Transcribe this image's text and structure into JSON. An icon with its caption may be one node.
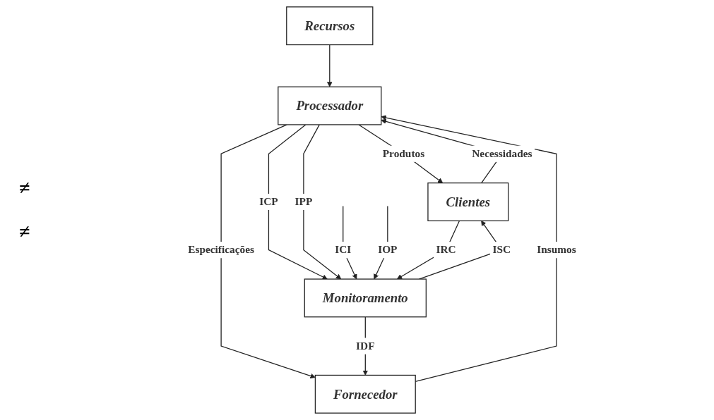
{
  "diagram": {
    "nodes": [
      {
        "text": [
          "Recursos"
        ]
      },
      {
        "text": [
          "Fornecedor"
        ]
      },
      {
        "text": [
          "Processador"
        ]
      },
      {
        "text": [
          "Clientes"
        ]
      },
      {
        "text": [
          "Monitoramento"
        ]
      }
    ],
    "edges": [
      {
        "from": 0,
        "to": 2,
        "arrow": "to"
      },
      {
        "from": 1,
        "to": 2,
        "label": "Insumos",
        "arrow": "to"
      },
      {
        "from": 2,
        "to": 1,
        "label": "Especificações",
        "arrow": "to"
      },
      {
        "from": 2,
        "to": 3,
        "label": "Produtos",
        "arrow": "to"
      },
      {
        "from": 3,
        "to": 2,
        "label": "Necessidades",
        "arrow": "to"
      },
      {
        "from": 2,
        "to": 4,
        "label": "ICP",
        "arrow": "to"
      },
      {
        "from": 2,
        "to": 4,
        "label": "IPP",
        "arrow": "to"
      },
      {
        "from": null,
        "to": 4,
        "label": "ICI",
        "arrow": "to"
      },
      {
        "from": null,
        "to": 4,
        "label": "IOP",
        "arrow": "to"
      },
      {
        "from": 4,
        "to": 1,
        "label": "IDF",
        "arrow": "to"
      },
      {
        "from": 3,
        "to": 4,
        "label": "IRC",
        "arrow": "to"
      },
      {
        "from": 4,
        "to": 3,
        "label": "ISC",
        "arrow": "to"
      }
    ],
    "labels": [
      "≠",
      "≠"
    ]
  }
}
